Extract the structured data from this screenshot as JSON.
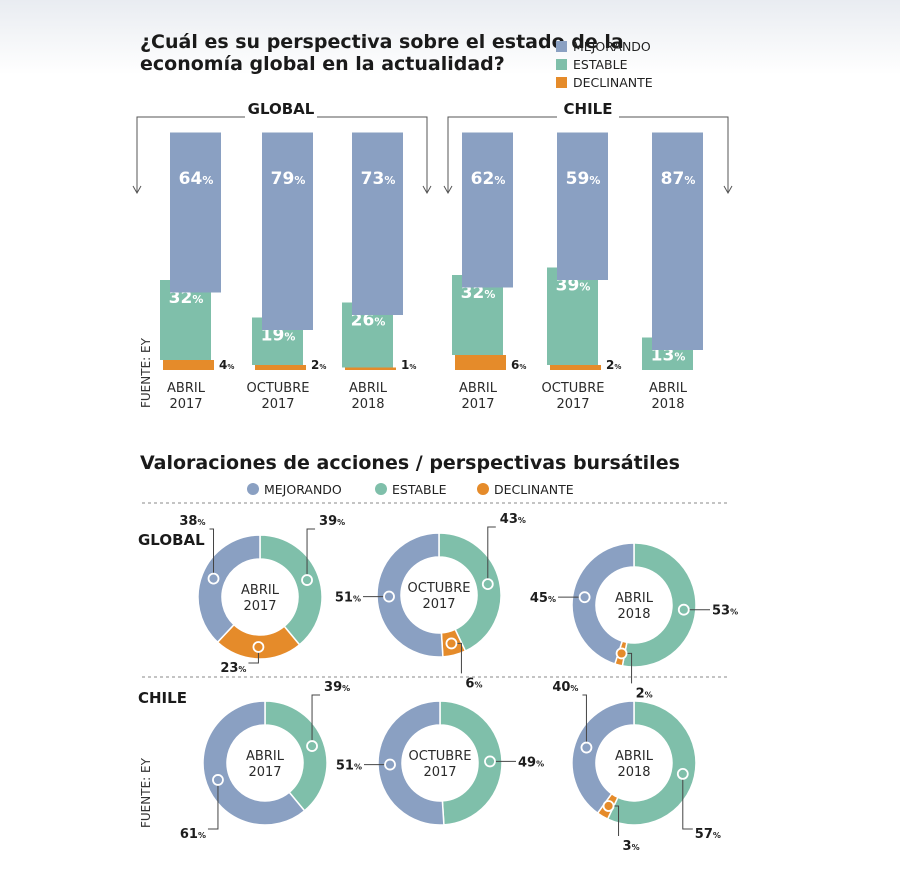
{
  "colors": {
    "mejorando": "#8aa0c2",
    "estable": "#7fbfaa",
    "declinante": "#e58b2a",
    "text": "#1d1d1d"
  },
  "source": "FUENTE: EY",
  "chart_data": [
    {
      "type": "bar",
      "title": "¿Cuál es su perspectiva sobre el estado de la economía global en la actualidad?",
      "title_lines": [
        "¿Cuál es su perspectiva sobre el estado de la",
        "economía global en la actualidad?"
      ],
      "legend": [
        "MEJORANDO",
        "ESTABLE",
        "DECLINANTE"
      ],
      "legend_placement": "top-right",
      "series_names": [
        "MEJORANDO",
        "ESTABLE",
        "DECLINANTE"
      ],
      "groups": [
        {
          "name": "GLOBAL",
          "periods": [
            {
              "label": [
                "ABRIL",
                "2017"
              ],
              "values": [
                64,
                32,
                4
              ]
            },
            {
              "label": [
                "OCTUBRE",
                "2017"
              ],
              "values": [
                79,
                19,
                2
              ]
            },
            {
              "label": [
                "ABRIL",
                "2018"
              ],
              "values": [
                73,
                26,
                1
              ]
            }
          ]
        },
        {
          "name": "CHILE",
          "periods": [
            {
              "label": [
                "ABRIL",
                "2017"
              ],
              "values": [
                62,
                32,
                6
              ]
            },
            {
              "label": [
                "OCTUBRE",
                "2017"
              ],
              "values": [
                59,
                39,
                2
              ]
            },
            {
              "label": [
                "ABRIL",
                "2018"
              ],
              "values": [
                87,
                13,
                0
              ]
            }
          ]
        }
      ]
    },
    {
      "type": "pie",
      "title": "Valoraciones de acciones / perspectivas bursátiles",
      "legend": [
        "MEJORANDO",
        "ESTABLE",
        "DECLINANTE"
      ],
      "legend_placement": "top",
      "rows": [
        {
          "name": "GLOBAL",
          "donuts": [
            {
              "label": [
                "ABRIL",
                "2017"
              ],
              "values": [
                38,
                39,
                23
              ]
            },
            {
              "label": [
                "OCTUBRE",
                "2017"
              ],
              "values": [
                51,
                43,
                6
              ]
            },
            {
              "label": [
                "ABRIL",
                "2018"
              ],
              "values": [
                45,
                53,
                2
              ]
            }
          ]
        },
        {
          "name": "CHILE",
          "donuts": [
            {
              "label": [
                "ABRIL",
                "2017"
              ],
              "values": [
                61,
                39,
                0
              ]
            },
            {
              "label": [
                "OCTUBRE",
                "2017"
              ],
              "values": [
                51,
                49,
                0
              ]
            },
            {
              "label": [
                "ABRIL",
                "2018"
              ],
              "values": [
                40,
                57,
                3
              ]
            }
          ]
        }
      ]
    }
  ]
}
